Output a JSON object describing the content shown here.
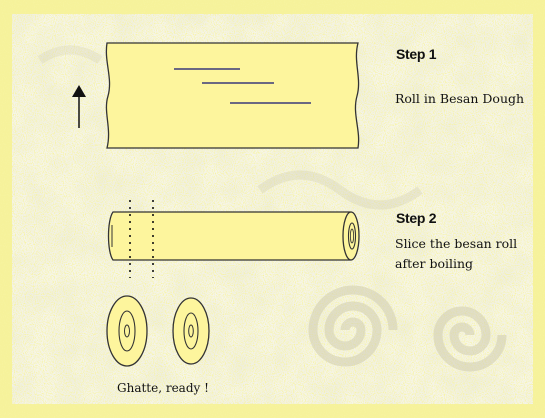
{
  "steps": [
    {
      "title": "Step 1",
      "lines": [
        "Roll in Besan Dough"
      ]
    },
    {
      "title": "Step 2",
      "lines": [
        "Slice the besan roll",
        "after boiling"
      ]
    }
  ],
  "caption": "Ghatte, ready !",
  "colors": {
    "dough_fill": "#fdf59d",
    "outline": "#333333",
    "frame_yellow": "#f3ee7a",
    "background": "#f6f5ea",
    "texture": "#d8d7c0"
  }
}
